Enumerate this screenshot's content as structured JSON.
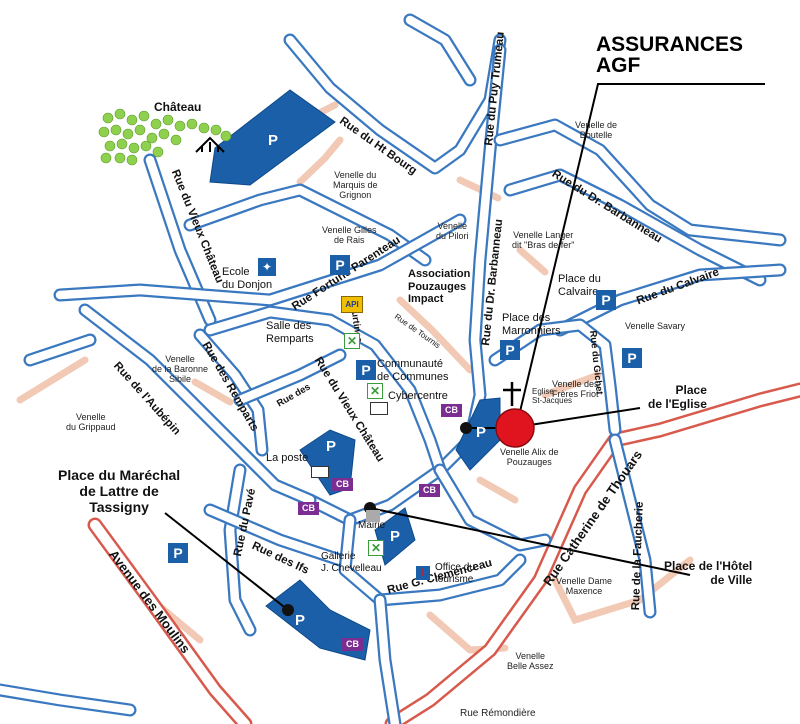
{
  "map": {
    "business": {
      "name": "ASSURANCES AGF",
      "line1": "ASSURANCES",
      "line2": "AGF"
    },
    "places": {
      "eglise": {
        "line1": "Place",
        "line2": "de l'Eglise"
      },
      "hotel_ville": {
        "line1": "Place de l'Hôtel",
        "line2": "de Ville"
      },
      "marechal": {
        "line1": "Place du Maréchal",
        "line2": "de Lattre de",
        "line3": "Tassigny"
      },
      "calvaire": {
        "line1": "Place du",
        "line2": "Calvaire"
      },
      "marronniers": {
        "line1": "Place des",
        "line2": "Marronniers"
      }
    },
    "streets": {
      "ht_bourg": "Rue du Ht Bourg",
      "puy_trumeau": "Rue du Puy Trumeau",
      "dr_barbanneau_ne": "Rue du Dr. Barbanneau",
      "dr_barbanneau_v": "Rue du Dr. Barbanneau",
      "calvaire": "Rue du Calvaire",
      "fortune": "Rue Fortuné Parenteau",
      "vieux_chateau_w": "Rue du Vieux Château",
      "vieux_chateau_c": "Rue du Vieux Château",
      "remparts": "Rue des Remparts",
      "aubepin": "Rue de l'Aubépin",
      "pave": "Rue du Pavé",
      "ifs": "Rue des Ifs",
      "moulins": "Avenue des Moulins",
      "clemenceau": "Rue G. Clemenceau",
      "thouars": "Rue Catherine de Thouars",
      "faucherie": "Rue de la Faucherie",
      "gichet": "Rue du Gichet",
      "courtines": "Courtines",
      "rue_des": "Rue des",
      "tournis": "Rue de Tournis",
      "remondiere": "Rue Rémondière"
    },
    "venelles": {
      "marquis": {
        "l1": "Venelle du",
        "l2": "Marquis de",
        "l3": "Grignon"
      },
      "gilles": {
        "l1": "Venelle Gilles",
        "l2": "de Rais"
      },
      "pilori": {
        "l1": "Venelle",
        "l2": "du Pilori"
      },
      "boutelle": {
        "l1": "Venelle de",
        "l2": "Boutelle"
      },
      "langer": {
        "l1": "Venelle Langer",
        "l2": "dit \"Bras de fer\""
      },
      "savary": {
        "l1": "Venelle Savary"
      },
      "freres": {
        "l1": "Venelle des",
        "l2": "Frères Friot"
      },
      "baronne": {
        "l1": "Venelle",
        "l2": "de la Baronne",
        "l3": "Sibile"
      },
      "grippaud": {
        "l1": "Venelle",
        "l2": "du Grippaud"
      },
      "alix": {
        "l1": "Venelle Alix de",
        "l2": "Pouzauges"
      },
      "dame": {
        "l1": "Venelle Dame",
        "l2": "Maxence"
      },
      "belle": {
        "l1": "Venelle",
        "l2": "Belle Assez"
      }
    },
    "landmarks": {
      "chateau": "Château",
      "ecole": {
        "l1": "Ecole",
        "l2": "du Donjon"
      },
      "association": {
        "l1": "Association",
        "l2": "Pouzauges",
        "l3": "Impact"
      },
      "salle": {
        "l1": "Salle des",
        "l2": "Remparts"
      },
      "communaute": {
        "l1": "Communauté",
        "l2": "de Communes"
      },
      "cybercentre": "Cybercentre",
      "poste": "La poste",
      "mairie": "Mairie",
      "galerie": {
        "l1": "Gallerie",
        "l2": "J. Chevelleau"
      },
      "office": {
        "l1": "Office du",
        "l2": "tourisme"
      },
      "eglise_sj": {
        "l1": "Eglise",
        "l2": "St-Jacques"
      }
    },
    "symbols": {
      "parking": "P",
      "cash": "CB",
      "api": "API"
    },
    "colors": {
      "road": "#3a78c0",
      "main_road": "#d85a4c",
      "parking": "#1a5fa8",
      "cb": "#7b2d91",
      "marker": "#e0141e",
      "alley": "#f2c9b4",
      "trees": "#8fd14f"
    }
  }
}
